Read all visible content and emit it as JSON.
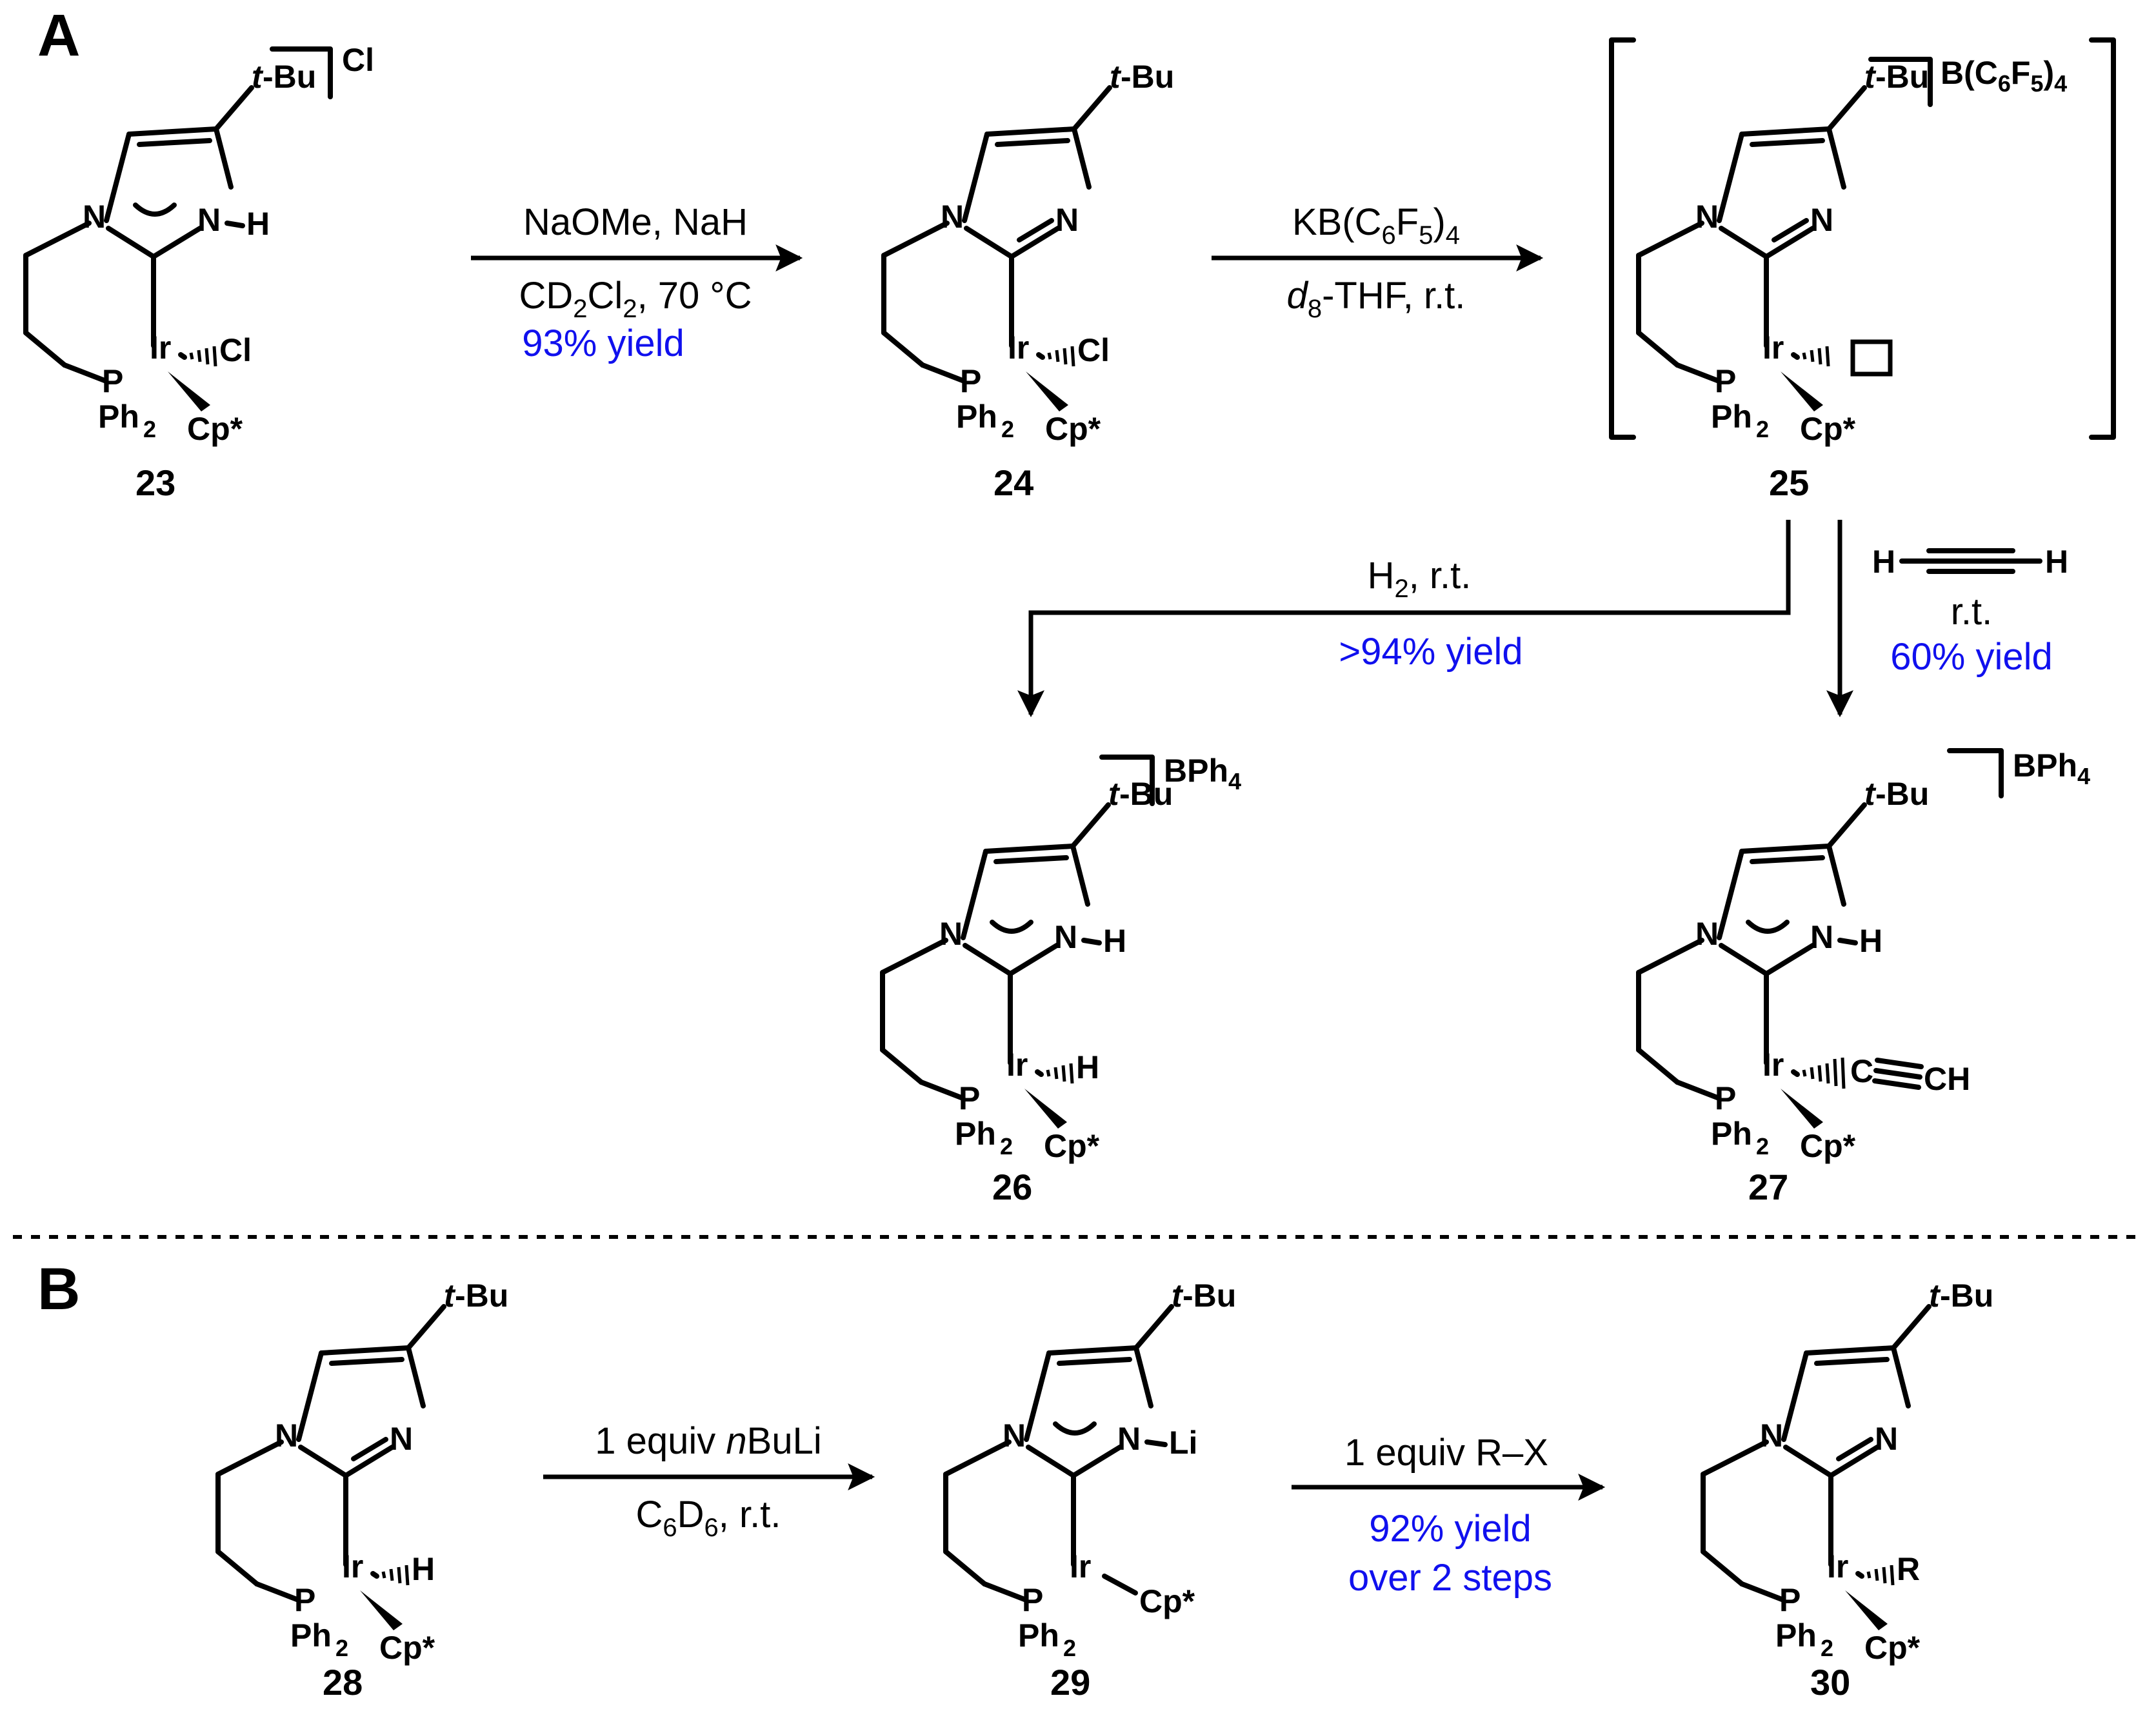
{
  "panels": {
    "a": "A",
    "b": "B"
  },
  "atoms": {
    "n": "N",
    "h": "H",
    "ir": "Ir",
    "cl": "Cl",
    "p": "P",
    "ph": "Ph",
    "sub2": "2",
    "cp": "Cp*",
    "tbu_t": "t",
    "tbu_rest": "-Bu",
    "li": "Li",
    "r": "R",
    "c": "C",
    "ch": "CH"
  },
  "counterions": {
    "cl": "Cl",
    "bc6f5": {
      "b": "B(C",
      "s6": "6",
      "f": "F",
      "s5": "5",
      "close": ")",
      "s4": "4"
    },
    "bph4": {
      "text": "BPh",
      "s4": "4"
    }
  },
  "compounds": {
    "c23": "23",
    "c24": "24",
    "c25": "25",
    "c26": "26",
    "c27": "27",
    "c28": "28",
    "c29": "29",
    "c30": "30"
  },
  "conditions": {
    "r1_top": "NaOMe, NaH",
    "r1_mid": {
      "a": "CD",
      "s2a": "2",
      "b": "Cl",
      "s2b": "2",
      "c": ", 70 °C"
    },
    "r1_yield": "93% yield",
    "r2_top": {
      "a": "KB(C",
      "s6": "6",
      "b": "F",
      "s5": "5",
      "c": ")",
      "s4": "4"
    },
    "r2_mid": {
      "d": "d",
      "s8": "8",
      "rest": "-THF, r.t."
    },
    "r3_top": {
      "h": "H",
      "s2": "2",
      "rest": ", r.t."
    },
    "r3_yield": ">94% yield",
    "r4_h1": "H",
    "r4_h2": "H",
    "r4_rt": "r.t.",
    "r4_yield": "60% yield",
    "r5_top": {
      "a": "1 equiv ",
      "n": "n",
      "b": "BuLi"
    },
    "r5_mid": {
      "a": "C",
      "s6a": "6",
      "b": "D",
      "s6b": "6",
      "c": ", r.t."
    },
    "r6_top": "1 equiv R–X",
    "r6_yield1": "92% yield",
    "r6_yield2": "over 2 steps"
  }
}
